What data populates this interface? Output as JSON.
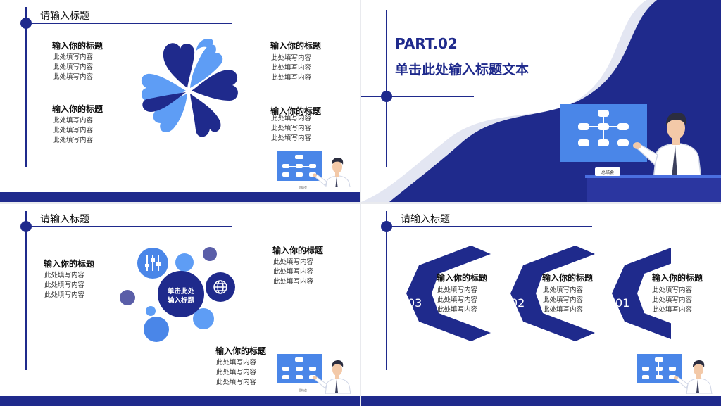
{
  "slide1": {
    "title": "请输入标题",
    "blocks": [
      {
        "title": "输入你的标题",
        "lines": [
          "此处填写内容",
          "此处填写内容",
          "此处填写内容"
        ]
      },
      {
        "title": "输入你的标题",
        "lines": [
          "此处填写内容",
          "此处填写内容",
          "此处填写内容"
        ]
      },
      {
        "title": "输入你的标题",
        "lines": [
          "此处填写内容",
          "此处填写内容",
          "此处填写内容"
        ]
      },
      {
        "title": "输入你的标题",
        "lines": [
          "此处填写内容",
          "此处填写内容",
          "此处填写内容"
        ]
      }
    ],
    "desk_label": "总结会"
  },
  "slide2": {
    "part": "PART.02",
    "subtitle": "单击此处输入标题文本",
    "desk_label": "总结会"
  },
  "slide3": {
    "title": "请输入标题",
    "center_text": [
      "单击此处",
      "输入标题"
    ],
    "blocks": [
      {
        "title": "输入你的标题",
        "lines": [
          "此处填写内容",
          "此处填写内容",
          "此处填写内容"
        ]
      },
      {
        "title": "输入你的标题",
        "lines": [
          "此处填写内容",
          "此处填写内容",
          "此处填写内容"
        ]
      },
      {
        "title": "输入你的标题",
        "lines": [
          "此处填写内容",
          "此处填写内容",
          "此处填写内容"
        ]
      }
    ],
    "desk_label": "总结会"
  },
  "slide4": {
    "title": "请输入标题",
    "items": [
      {
        "num": "03",
        "title": "输入你的标题",
        "lines": [
          "此处填写内容",
          "此处填写内容",
          "此处填写内容"
        ]
      },
      {
        "num": "02",
        "title": "输入你的标题",
        "lines": [
          "此处填写内容",
          "此处填写内容",
          "此处填写内容"
        ]
      },
      {
        "num": "01",
        "title": "输入你的标题",
        "lines": [
          "此处填写内容",
          "此处填写内容",
          "此处填写内容"
        ]
      }
    ]
  },
  "colors": {
    "navy": "#1f2a8c",
    "blue": "#4a86e8",
    "light_blue": "#5e9df5",
    "purple": "#5a5ea8"
  }
}
